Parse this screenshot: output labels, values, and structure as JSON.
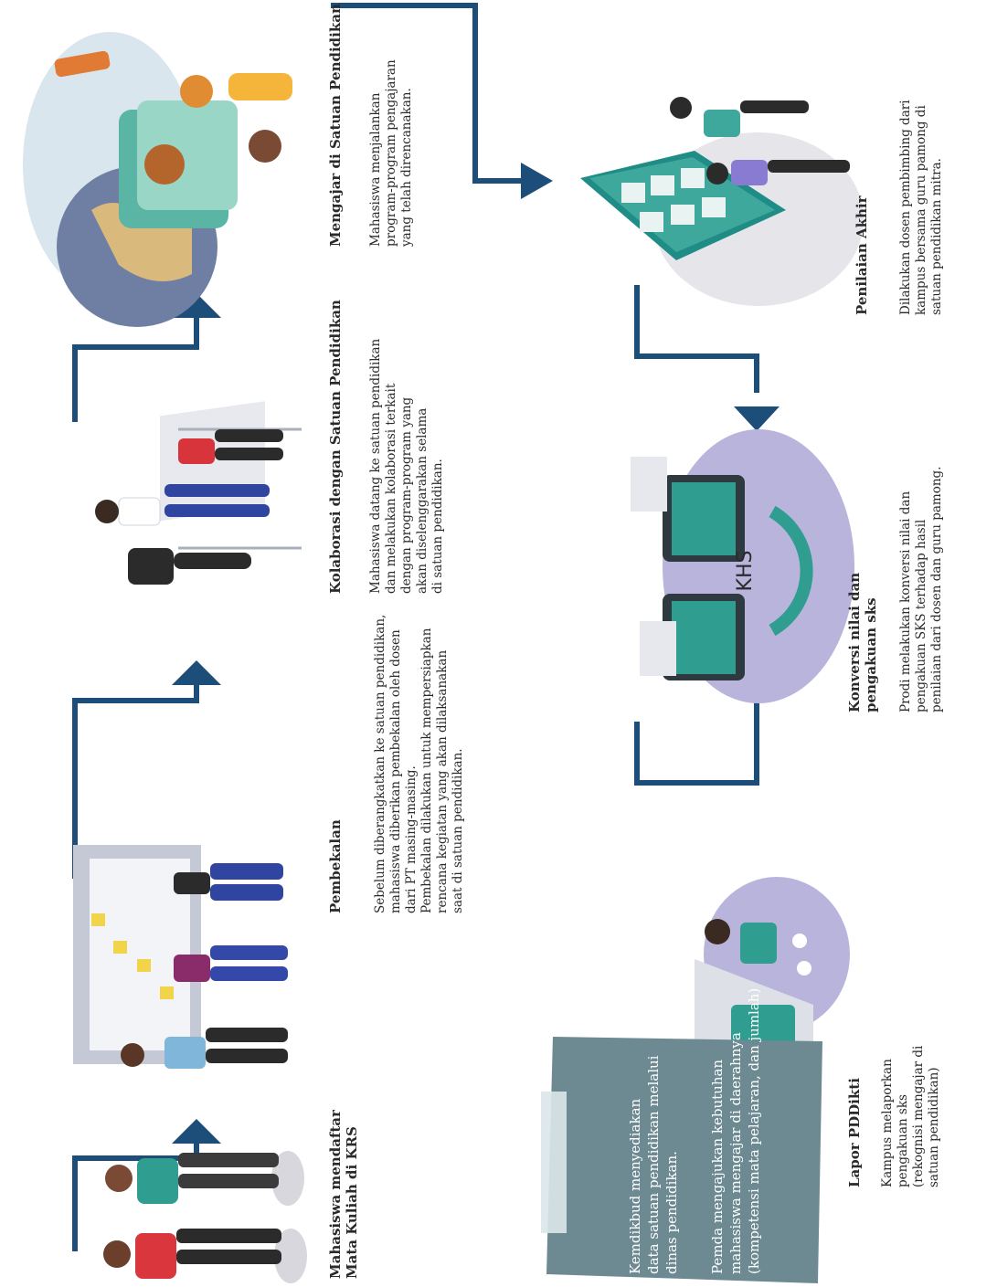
{
  "steps": {
    "s1": {
      "title": [
        "Mahasiswa mendaftar",
        "Mata Kuliah di KRS"
      ],
      "body": []
    },
    "s2": {
      "title": [
        "Pembekalan"
      ],
      "body": [
        "Sebelum diberangkatkan ke satuan pendidikan,",
        "mahasiswa diberikan pembekalan oleh dosen",
        "dari PT masing-masing.",
        "Pembekalan dilakukan untuk mempersiapkan",
        "rencana kegiatan yang akan dilaksanakan",
        "saat di satuan pendidikan."
      ]
    },
    "s3": {
      "title": [
        "Kolaborasi dengan Satuan Pendidikan"
      ],
      "body": [
        "Mahasiswa datang ke satuan pendidikan",
        "dan melakukan kolaborasi terkait",
        "dengan program-program yang",
        "akan diselenggarakan selama",
        "di satuan pendidikan."
      ]
    },
    "s4": {
      "title": [
        "Mengajar di Satuan Pendidikan"
      ],
      "body": [
        "Mahasiswa menjalankan",
        "program-program pengajaran",
        "yang telah direncanakan."
      ]
    },
    "s5": {
      "title": [
        "Penilaian Akhir"
      ],
      "body": [
        "Dilakukan dosen pembimbing dari",
        "kampus bersama guru pamong di",
        "satuan pendidikan mitra."
      ]
    },
    "s6": {
      "title": [
        "Konversi nilai dan",
        "pengakuan sks"
      ],
      "body": [
        "Prodi melakukan konversi nilai dan",
        "pengakuan SKS terhadap hasil",
        "penilaian dari dosen dan guru pamong."
      ]
    },
    "s7": {
      "title": [
        "Lapor PDDikti"
      ],
      "body": [
        "Kampus melaporkan",
        "pengakuan sks",
        "(rekognisi mengajar di",
        "satuan pendidikan)"
      ]
    }
  },
  "note_box": {
    "p1": [
      "Kemdikbud menyediakan",
      "data satuan pendidikan melalui",
      "dinas pendidikan."
    ],
    "p2": [
      "Pemda mengajukan kebutuhan",
      "mahasiswa mengajar di daerahnya",
      "(kompetensi mata pelajaran, dan jumlah)"
    ]
  },
  "khs_label": "KHS",
  "colors": {
    "arrow": "#1d4e7a",
    "note_bg": "#6d8a93",
    "lavender": "#b9b4dc",
    "teal": "#2f9d8f",
    "dark": "#2f3a40"
  }
}
